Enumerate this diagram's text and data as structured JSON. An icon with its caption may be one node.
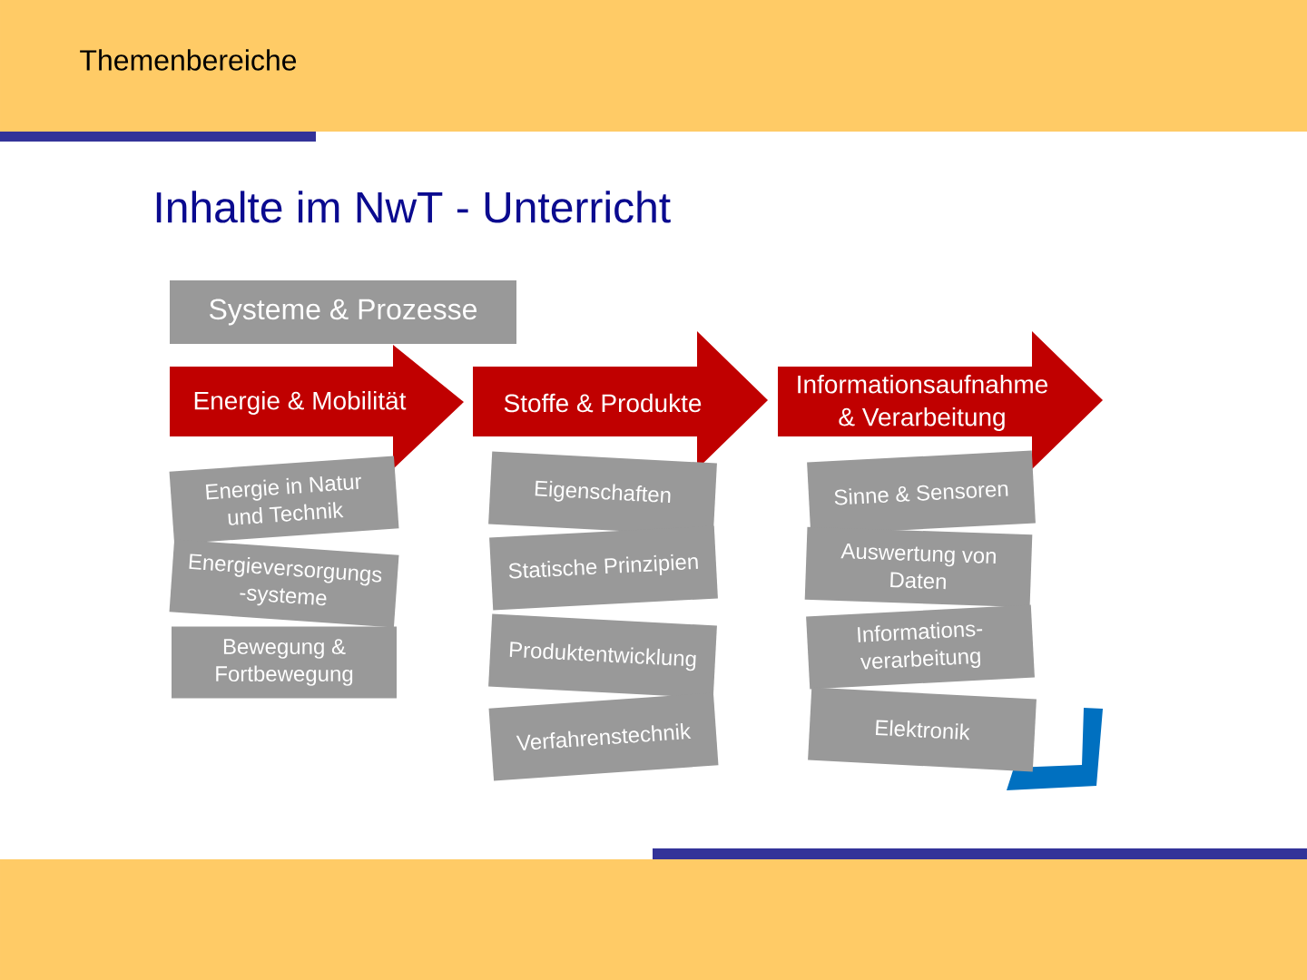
{
  "diagram": {
    "title": "Inhalte im NwT - Unterricht",
    "nodes": [
      {
        "text": [
          "Systeme & Prozesse"
        ]
      },
      {
        "text": [
          "Energie & Mobilität"
        ]
      },
      {
        "text": [
          "Stoffe & Produkte"
        ]
      },
      {
        "text": [
          "Informationsaufnahme & Verarbeitung"
        ]
      },
      {
        "text": [
          "Energie in Natur und Technik"
        ]
      },
      {
        "text": [
          "Energieversorgungs -systeme"
        ]
      },
      {
        "text": [
          "Bewegung & Fortbewegung"
        ]
      },
      {
        "text": [
          "Eigenschaften"
        ]
      },
      {
        "text": [
          "Statische Prinzipien"
        ]
      },
      {
        "text": [
          "Produktentwicklung"
        ]
      },
      {
        "text": [
          "Verfahrenstechnik"
        ]
      },
      {
        "text": [
          "Sinne & Sensoren"
        ]
      },
      {
        "text": [
          "Auswertung von Daten"
        ]
      },
      {
        "text": [
          "Informations- verarbeitung"
        ]
      },
      {
        "text": [
          "Elektronik"
        ]
      }
    ],
    "labels": [
      "Themenbereiche"
    ]
  }
}
